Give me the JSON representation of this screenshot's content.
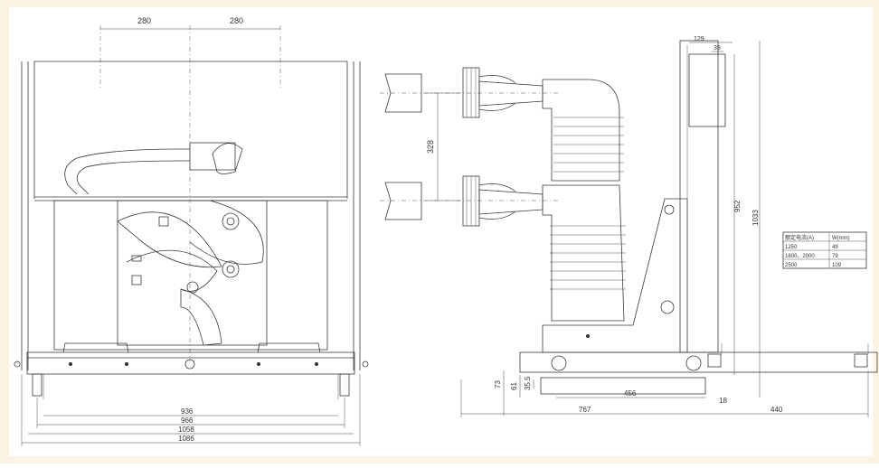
{
  "colors": {
    "background": "#fdf3e2",
    "line": "#3a3a3a",
    "paper": "#ffffff"
  },
  "dimensions": {
    "front_top_left": "280",
    "front_top_right": "280",
    "front_w936": "936",
    "front_w966": "966",
    "front_w1058": "1058",
    "front_w1086": "1086",
    "side_pole_spacing": "328",
    "side_top_129": "129",
    "side_top_39": "39",
    "side_h952": "952",
    "side_h1033": "1033",
    "side_h73": "73",
    "side_h61": "61",
    "side_h35_5": "35.5",
    "side_w456": "456",
    "side_w18": "18",
    "side_w767": "767",
    "side_w440": "440"
  },
  "table": {
    "headers": [
      "额定电流(A)",
      "W(mm)"
    ],
    "rows": [
      [
        "1250",
        "49"
      ],
      [
        "1600、2000",
        "79"
      ],
      [
        "2500",
        "109"
      ]
    ]
  },
  "icons": [
    "front-view-drawing",
    "side-view-drawing",
    "contact-arm-icon",
    "insulator-icon"
  ]
}
